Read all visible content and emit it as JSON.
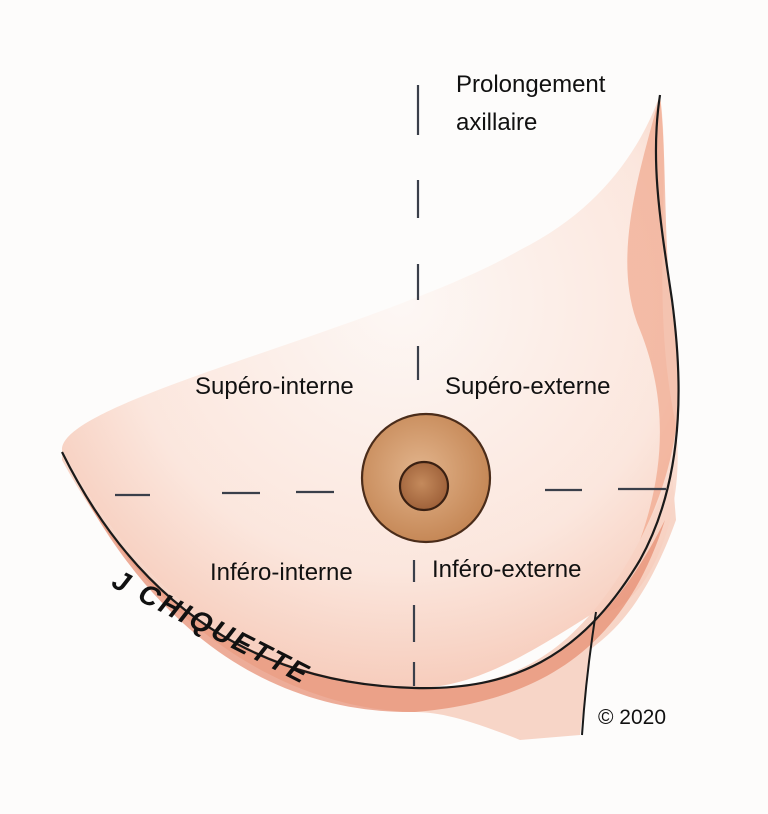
{
  "labels": {
    "axillary": "Prolongement\naxillaire",
    "supero_interne": "Supéro-interne",
    "supero_externe": "Supéro-externe",
    "infero_interne": "Inféro-interne",
    "infero_externe": "Inféro-externe"
  },
  "signature": "J CHIQUETTE",
  "copyright": "© 2020",
  "colors": {
    "outline": "#1a1a1a",
    "skin_shade": "#e8866b",
    "skin_light": "#f6cbbb",
    "areola": "#c98a5a",
    "nipple": "#a6673e",
    "dash": "#3a3f4a"
  }
}
